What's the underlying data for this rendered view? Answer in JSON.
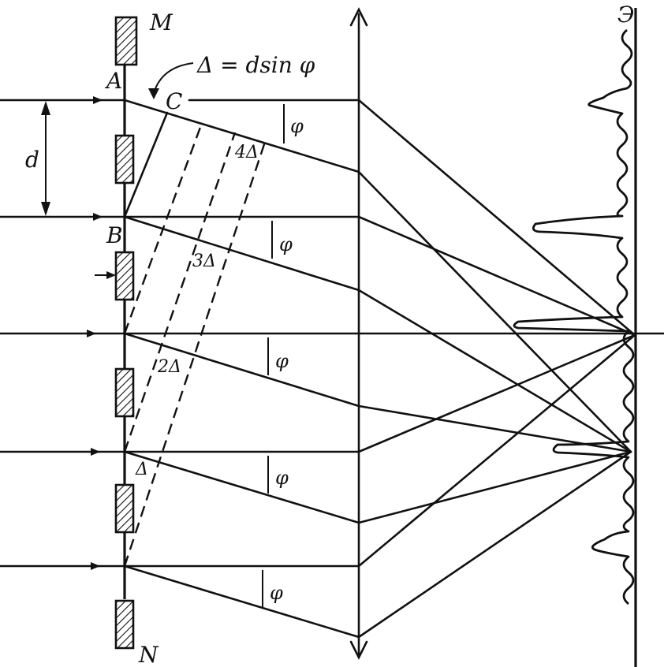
{
  "labels": {
    "M": "M",
    "N": "N",
    "A": "A",
    "B": "B",
    "C": "C",
    "d": "d",
    "screen": "Э",
    "formula": "Δ = dsin φ",
    "phi": "φ",
    "delta_1": "Δ",
    "delta_2": "2Δ",
    "delta_3": "3Δ",
    "delta_4": "4Δ"
  }
}
